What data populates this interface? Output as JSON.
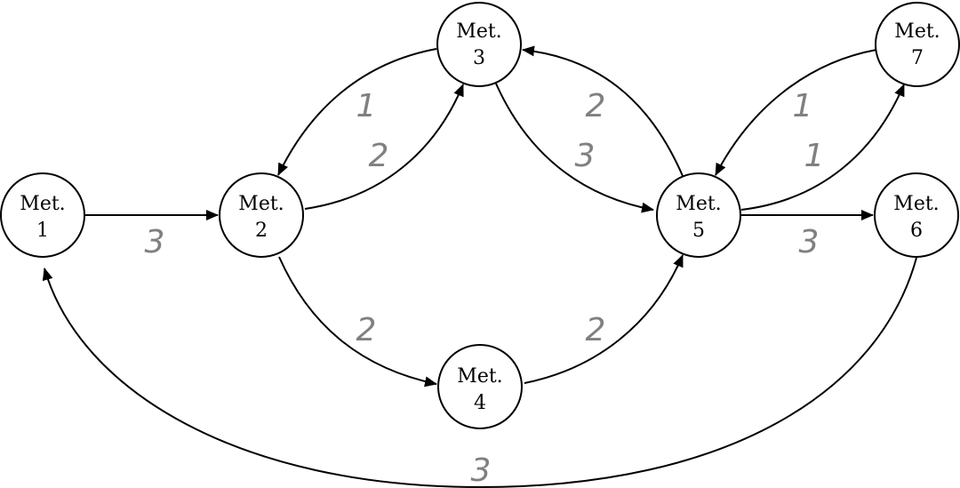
{
  "nodes": [
    {
      "id": "1",
      "line1": "Met.",
      "line2": "1"
    },
    {
      "id": "2",
      "line1": "Met.",
      "line2": "2"
    },
    {
      "id": "3",
      "line1": "Met.",
      "line2": "3"
    },
    {
      "id": "4",
      "line1": "Met.",
      "line2": "4"
    },
    {
      "id": "5",
      "line1": "Met.",
      "line2": "5"
    },
    {
      "id": "6",
      "line1": "Met.",
      "line2": "6"
    },
    {
      "id": "7",
      "line1": "Met.",
      "line2": "7"
    }
  ],
  "edges": [
    {
      "from": "1",
      "to": "2",
      "label": "3"
    },
    {
      "from": "3",
      "to": "2",
      "label": "1"
    },
    {
      "from": "2",
      "to": "3",
      "label": "2"
    },
    {
      "from": "2",
      "to": "4",
      "label": "2"
    },
    {
      "from": "3",
      "to": "5",
      "label": "3"
    },
    {
      "from": "5",
      "to": "3",
      "label": "2"
    },
    {
      "from": "4",
      "to": "5",
      "label": "2"
    },
    {
      "from": "7",
      "to": "5",
      "label": "1"
    },
    {
      "from": "5",
      "to": "7",
      "label": "1"
    },
    {
      "from": "5",
      "to": "6",
      "label": "3"
    },
    {
      "from": "6",
      "to": "1",
      "label": "3"
    }
  ]
}
